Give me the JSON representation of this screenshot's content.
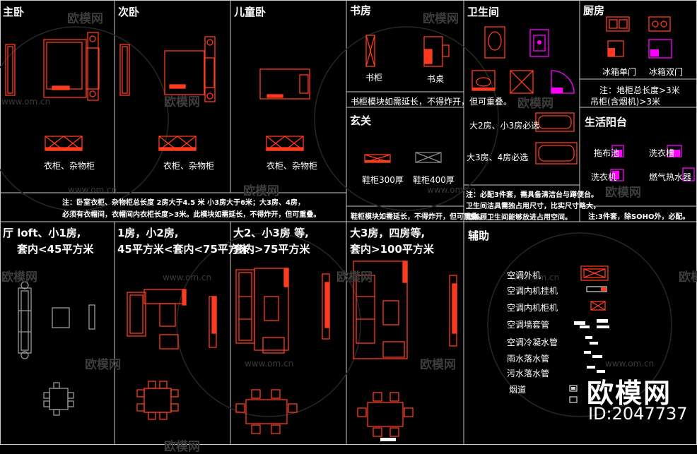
{
  "rooms": {
    "master_bedroom": {
      "title": "主卧",
      "caption": "衣柜、杂物柜"
    },
    "second_bedroom": {
      "title": "次卧",
      "caption": "衣柜、杂物柜"
    },
    "kids_room": {
      "title": "儿童卧",
      "caption": "衣柜、杂物柜"
    },
    "study": {
      "title": "书房",
      "cabinet": "书柜",
      "desk": "书桌",
      "note": "书柜模块如需延长，不得炸开，但可重叠。"
    },
    "bathroom": {
      "title": "卫生间",
      "tub_small": "大2房、小3房必选",
      "tub_large": "大3房、4房必选",
      "note1": "注：必配3件套，需具备清洁台与蹲便台。",
      "note2": "卫生间洁具需独占用尺寸，比实尺寸略大，",
      "note3": "是兼顾卫生间能够放进占用空间。"
    },
    "kitchen": {
      "title": "厨房",
      "fridge_single": "冰箱单门",
      "fridge_double": "冰箱双门",
      "note1": "注：地柜总长度>3米",
      "note2": "吊柜(含烟机)>3米"
    },
    "balcony": {
      "title": "生活阳台",
      "mop_sink": "拖布池",
      "laundry_sink": "洗衣槽",
      "washer": "洗衣机",
      "water_heater": "燃气热水器",
      "note": "注:3件套，除SOHO外，必配。"
    },
    "entry": {
      "title": "玄关",
      "shoe300": "鞋柜300厚",
      "shoe400": "鞋柜400厚",
      "note": "鞋柜模块如需延长，不得炸开，但可重叠。"
    },
    "bedroom_note1": "注：卧室衣柜、杂物柜总长度 2房大于4.5 米 小3房大于6米；大3房、4房，",
    "bedroom_note2": "必须有衣帽间，衣帽间内衣柜长度>3米。此模块如需延长，不得炸开，但可重叠。"
  },
  "living": {
    "loft": {
      "line1": "厅 loft、小1房,",
      "line2": "套内<45平方米"
    },
    "one_two": {
      "line1": "1房，小2房,",
      "line2": "45平方米<套内<75平方米"
    },
    "big2": {
      "line1": "大2、小3房 等,",
      "line2": "套内>75平方米"
    },
    "big3": {
      "line1": "大3房，四房等,",
      "line2": "套内>100平方米"
    }
  },
  "aux": {
    "title": "辅助",
    "items": [
      "空调外机",
      "空调内机挂机",
      "空调内机柜机",
      "空调墙套管",
      "空调冷凝水管",
      "雨水落水管",
      "污水落水管",
      "烟道"
    ]
  },
  "watermark": {
    "brand": "欧模网",
    "url": "www.om.cn",
    "id": "ID:2047737"
  },
  "colors": {
    "background": "#000000",
    "frame": "#c8c8c8",
    "furniture": "#ff3b1f",
    "magenta": "#ff00ff",
    "text": "#ffffff"
  }
}
